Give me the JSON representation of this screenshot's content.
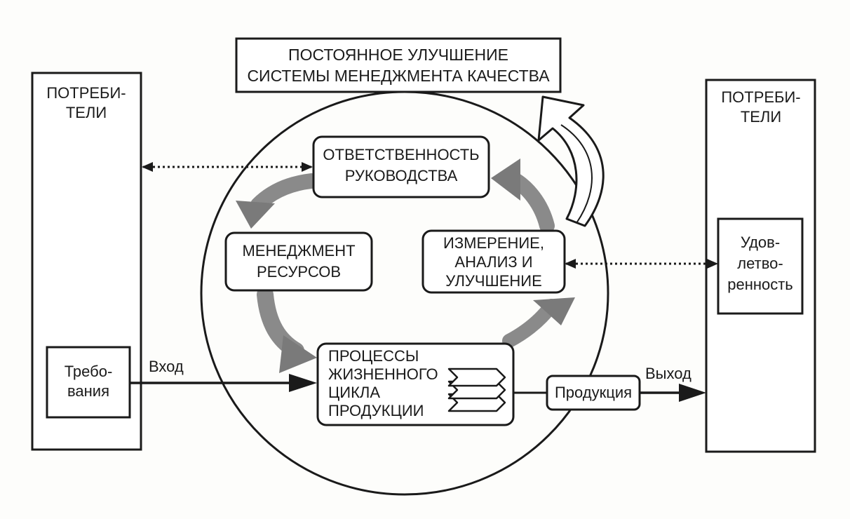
{
  "colors": {
    "ink": "#1a1a1a",
    "paper": "#fdfdfb",
    "flow_arrow": "#8a8a8a"
  },
  "title": {
    "line1": "ПОСТОЯННОЕ УЛУЧШЕНИЕ",
    "line2": "СИСТЕМЫ МЕНЕДЖМЕНТА КАЧЕСТВА"
  },
  "left_panel": {
    "line1": "ПОТРЕБИ-",
    "line2": "ТЕЛИ",
    "inner": {
      "line1": "Требо-",
      "line2": "вания"
    }
  },
  "right_panel": {
    "line1": "ПОТРЕБИ-",
    "line2": "ТЕЛИ",
    "inner": {
      "line1": "Удов-",
      "line2": "летво-",
      "line3": "ренность"
    }
  },
  "cycle": {
    "responsibility": {
      "line1": "ОТВЕТСТВЕННОСТЬ",
      "line2": "РУКОВОДСТВА"
    },
    "resources": {
      "line1": "МЕНЕДЖМЕНТ",
      "line2": "РЕСУРСОВ"
    },
    "measurement": {
      "line1": "ИЗМЕРЕНИЕ,",
      "line2": "АНАЛИЗ И",
      "line3": "УЛУЧШЕНИЕ"
    },
    "processes": {
      "line1": "ПРОЦЕССЫ",
      "line2": "ЖИЗНЕННОГО",
      "line3": "ЦИКЛА",
      "line4": "ПРОДУКЦИИ"
    }
  },
  "flow": {
    "input_label": "Вход",
    "output_label": "Выход",
    "product_label": "Продукция"
  }
}
